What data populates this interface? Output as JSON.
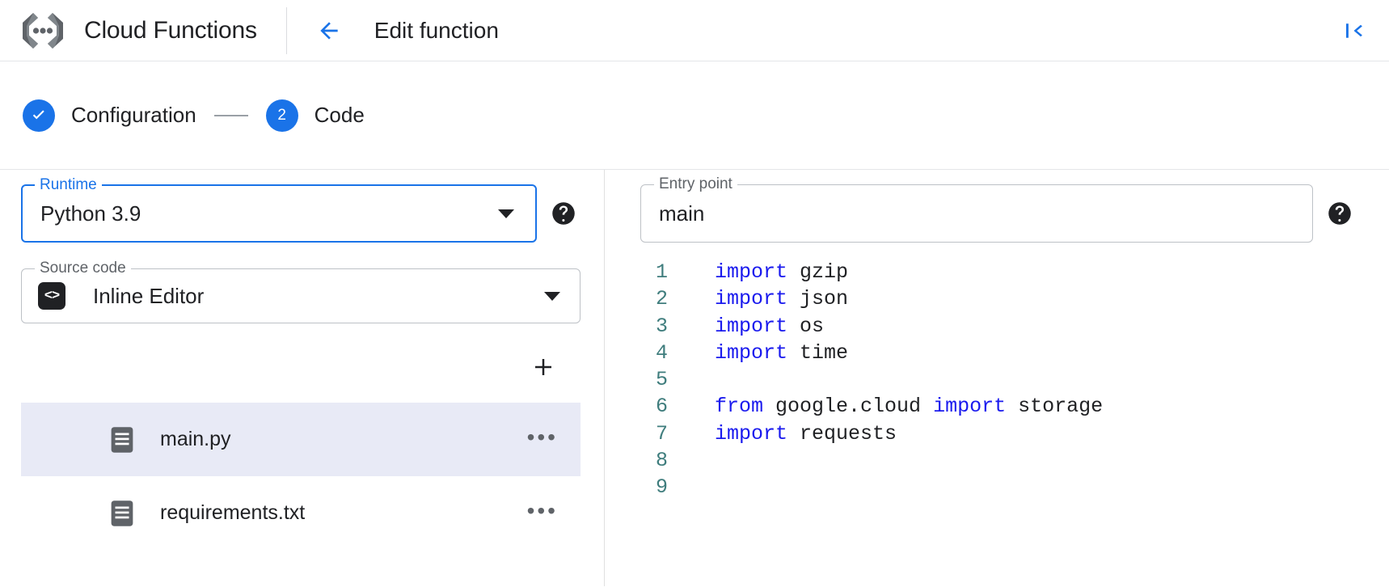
{
  "header": {
    "logo_icon": "cloud-functions-logo-icon",
    "product_title": "Cloud Functions",
    "back_icon": "arrow-left-icon",
    "page_title": "Edit function",
    "collapse_icon": "collapse-panel-icon"
  },
  "stepper": {
    "steps": [
      {
        "marker": "✓",
        "label": "Configuration",
        "state": "completed"
      },
      {
        "marker": "2",
        "label": "Code",
        "state": "active"
      }
    ]
  },
  "form": {
    "runtime": {
      "legend": "Runtime",
      "value": "Python 3.9",
      "focused": true,
      "help_icon": "help-circle-icon",
      "caret_icon": "chevron-down-icon"
    },
    "entry_point": {
      "legend": "Entry point",
      "value": "main",
      "focused": false,
      "help_icon": "help-circle-icon"
    },
    "source_code": {
      "legend": "Source code",
      "badge": "<>",
      "value": "Inline Editor",
      "caret_icon": "chevron-down-icon"
    },
    "add_file_label": "+"
  },
  "files": {
    "items": [
      {
        "name": "main.py",
        "selected": true,
        "icon": "file-icon",
        "more": "•••"
      },
      {
        "name": "requirements.txt",
        "selected": false,
        "icon": "file-icon",
        "more": "•••"
      }
    ]
  },
  "editor": {
    "lines": [
      {
        "num": "1",
        "tokens": [
          {
            "t": "import",
            "k": true
          },
          {
            "t": " gzip",
            "k": false
          }
        ]
      },
      {
        "num": "2",
        "tokens": [
          {
            "t": "import",
            "k": true
          },
          {
            "t": " json",
            "k": false
          }
        ]
      },
      {
        "num": "3",
        "tokens": [
          {
            "t": "import",
            "k": true
          },
          {
            "t": " os",
            "k": false
          }
        ]
      },
      {
        "num": "4",
        "tokens": [
          {
            "t": "import",
            "k": true
          },
          {
            "t": " time",
            "k": false
          }
        ]
      },
      {
        "num": "5",
        "tokens": []
      },
      {
        "num": "6",
        "tokens": [
          {
            "t": "from",
            "k": true
          },
          {
            "t": " google.cloud ",
            "k": false
          },
          {
            "t": "import",
            "k": true
          },
          {
            "t": " storage",
            "k": false
          }
        ]
      },
      {
        "num": "7",
        "tokens": [
          {
            "t": "import",
            "k": true
          },
          {
            "t": " requests",
            "k": false
          }
        ]
      },
      {
        "num": "8",
        "tokens": []
      },
      {
        "num": "9",
        "tokens": []
      }
    ]
  },
  "colors": {
    "accent": "#1a73e8",
    "selected_row": "#e8eaf6",
    "keyword": "#1a1aee",
    "line_number": "#3f7d7d",
    "text": "#202124"
  }
}
